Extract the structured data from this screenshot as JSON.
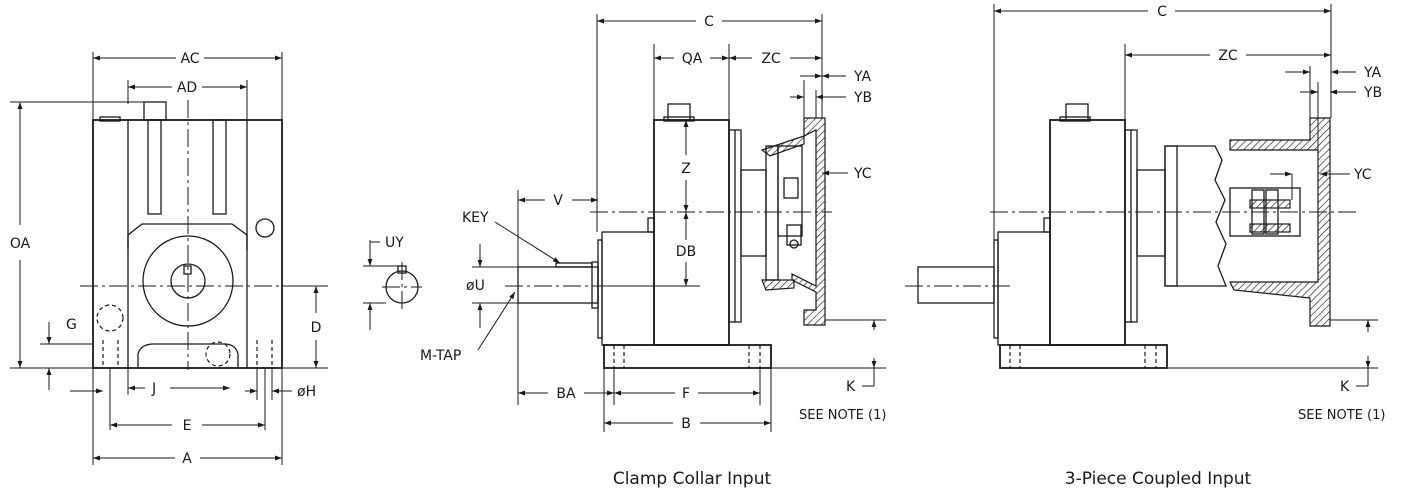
{
  "views": {
    "end_view": {
      "labels": {
        "ac": "AC",
        "ad": "AD",
        "oa": "OA",
        "g": "G",
        "d": "D",
        "j": "J",
        "h": "øH",
        "e": "E",
        "a": "A"
      }
    },
    "shaft_detail": {
      "labels": {
        "uy": "UY"
      }
    },
    "clamp_collar": {
      "caption": "Clamp Collar Input",
      "note": "SEE NOTE (1)",
      "labels": {
        "c": "C",
        "qa": "QA",
        "zc": "ZC",
        "ya": "YA",
        "yb": "YB",
        "yc": "YC",
        "z": "Z",
        "db": "DB",
        "v": "V",
        "key": "KEY",
        "u": "øU",
        "mtap": "M-TAP",
        "ba": "BA",
        "f": "F",
        "b": "B",
        "k": "K"
      }
    },
    "three_piece": {
      "caption": "3-Piece Coupled Input",
      "note": "SEE NOTE (1)",
      "labels": {
        "c": "C",
        "zc": "ZC",
        "ya": "YA",
        "yb": "YB",
        "yc": "YC",
        "k": "K"
      }
    }
  }
}
